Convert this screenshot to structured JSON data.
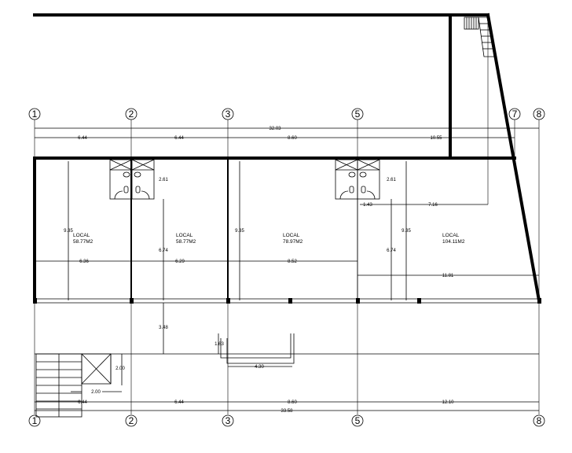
{
  "axes_top": [
    {
      "id": "axis-1",
      "label": "1"
    },
    {
      "id": "axis-2",
      "label": "2"
    },
    {
      "id": "axis-3",
      "label": "3"
    },
    {
      "id": "axis-5",
      "label": "5"
    },
    {
      "id": "axis-7",
      "label": "7"
    },
    {
      "id": "axis-8",
      "label": "8"
    }
  ],
  "axes_bottom": [
    {
      "id": "axis-1",
      "label": "1"
    },
    {
      "id": "axis-2",
      "label": "2"
    },
    {
      "id": "axis-3",
      "label": "3"
    },
    {
      "id": "axis-5",
      "label": "5"
    },
    {
      "id": "axis-8",
      "label": "8"
    }
  ],
  "dimensions_top": {
    "total": "32.03",
    "segments": [
      "6.44",
      "6.44",
      "8.60",
      "10.55"
    ]
  },
  "dimensions_bottom": {
    "total": "33.58",
    "segments": [
      "6.44",
      "6.44",
      "8.60",
      "12.10"
    ]
  },
  "rooms": [
    {
      "name": "LOCAL",
      "area": "58.77M2"
    },
    {
      "name": "LOCAL",
      "area": "58.77M2"
    },
    {
      "name": "LOCAL",
      "area": "78.97M2"
    },
    {
      "name": "LOCAL",
      "area": "104.11M2"
    }
  ],
  "interior_dimensions": {
    "widths": [
      "6.36",
      "6.29",
      "8.52",
      "11.81"
    ],
    "depths": [
      "9.35",
      "6.74",
      "9.35",
      "9.35",
      "6.74"
    ],
    "bath_depths": [
      "2.61",
      "2.61"
    ],
    "small": [
      "1.43",
      "7.16"
    ],
    "lower": [
      "3.48",
      "1.63",
      "4.30",
      "2.00",
      "2.00"
    ]
  }
}
